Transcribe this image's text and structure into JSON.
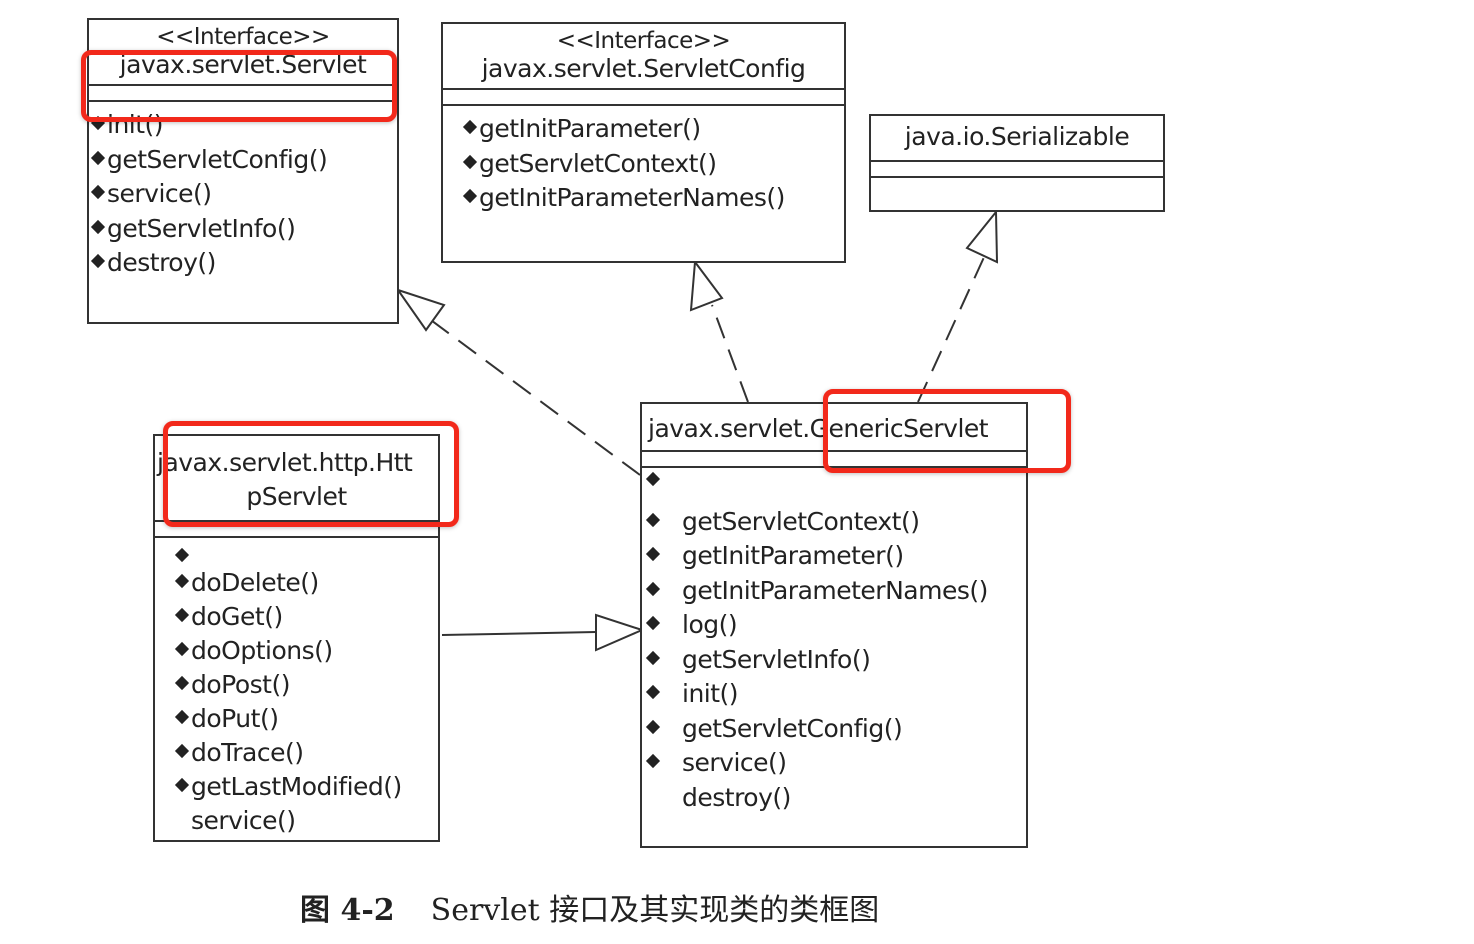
{
  "classes": {
    "servlet": {
      "stereotype": "<<Interface>>",
      "name": "javax.servlet.Servlet",
      "operations": [
        "init()",
        "getServletConfig()",
        "service()",
        "getServletInfo()",
        "destroy()"
      ]
    },
    "servlet_config": {
      "stereotype": "<<Interface>>",
      "name": "javax.servlet.ServletConfig",
      "operations": [
        "getInitParameter()",
        "getServletContext()",
        "getInitParameterNames()"
      ]
    },
    "serializable": {
      "name": "java.io.Serializable",
      "operations": []
    },
    "generic_servlet": {
      "name": "javax.servlet.GenericServlet",
      "operations": [
        "",
        "getServletContext()",
        "getInitParameter()",
        "getInitParameterNames()",
        "log()",
        "getServletInfo()",
        "init()",
        "getServletConfig()",
        "service()",
        "destroy()"
      ]
    },
    "http_servlet": {
      "name_line1": "javax.servlet.http.Htt",
      "name_line2": "pServlet",
      "operations": [
        "",
        "doDelete()",
        "doGet()",
        "doOptions()",
        "doPost()",
        "doPut()",
        "doTrace()",
        "getLastModified()",
        "service()"
      ]
    }
  },
  "relationships": [
    {
      "from": "javax.servlet.GenericServlet",
      "to": "javax.servlet.Servlet",
      "type": "realization"
    },
    {
      "from": "javax.servlet.GenericServlet",
      "to": "javax.servlet.ServletConfig",
      "type": "realization"
    },
    {
      "from": "javax.servlet.GenericServlet",
      "to": "java.io.Serializable",
      "type": "realization"
    },
    {
      "from": "javax.servlet.http.HttpServlet",
      "to": "javax.servlet.GenericServlet",
      "type": "generalization"
    }
  ],
  "highlight_color": "#f2291b",
  "caption": {
    "figure_number": "图 4-2",
    "text": "Servlet 接口及其实现类的类框图"
  }
}
